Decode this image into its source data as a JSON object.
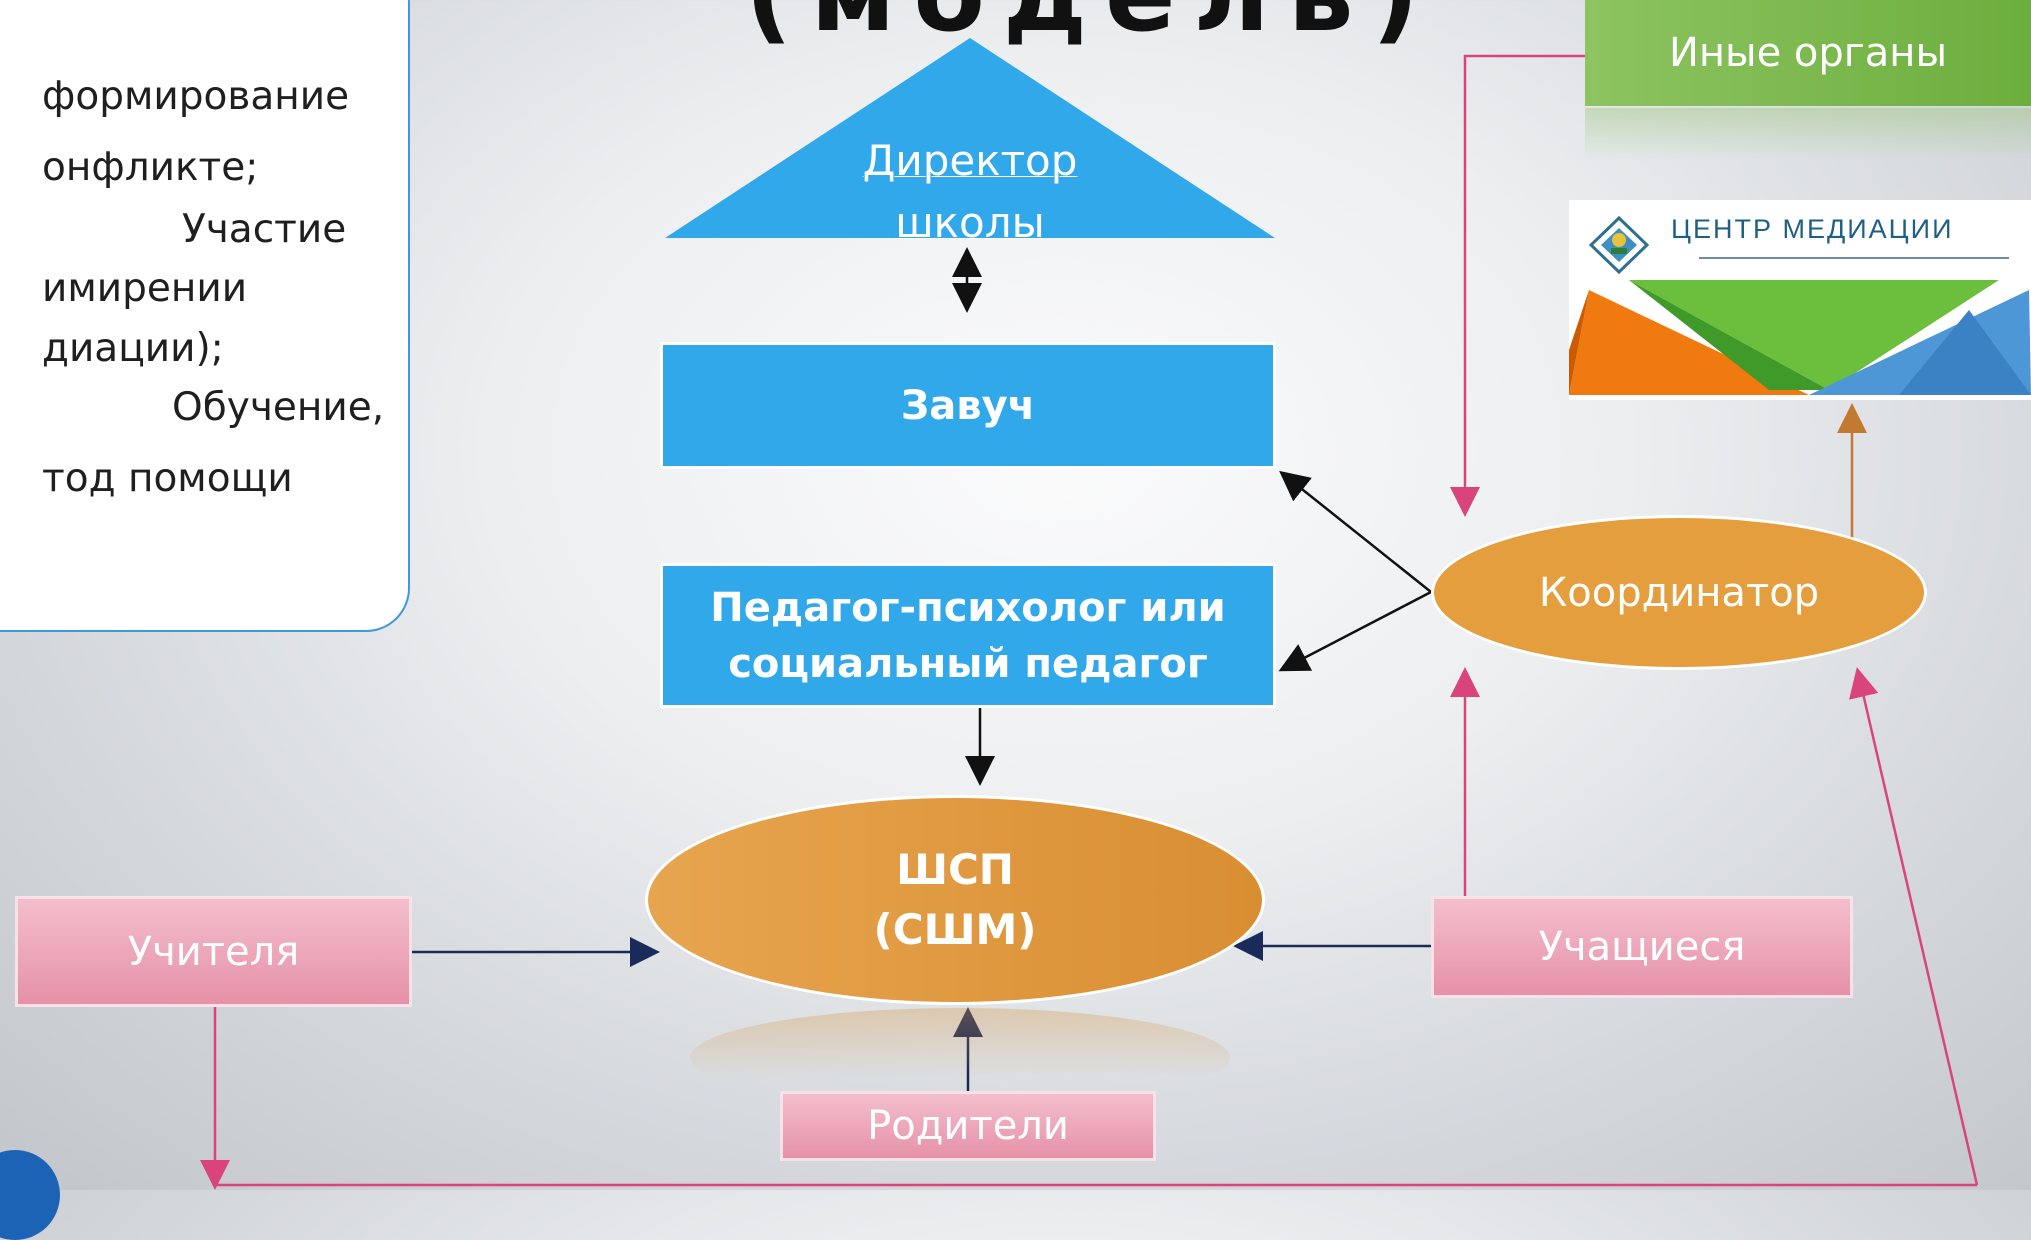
{
  "title_fragment": "(модель)",
  "info_card": {
    "lines": [
      "формирование",
      "онфликте;",
      "Участие        в",
      "имирении",
      "диации);",
      "Обучение,",
      "тод помощи"
    ]
  },
  "nodes": {
    "director": "Директор\nшколы",
    "zavuch": "Завуч",
    "pedagog": "Педагог-психолог или\nсоциальный педагог",
    "shsp": "ШСП\n(СШМ)",
    "coordinator": "Координатор",
    "other_bodies": "Иные органы",
    "mediation_center": "ЦЕНТР МЕДИАЦИИ",
    "teachers": "Учителя",
    "students": "Учащиеся",
    "parents": "Родители"
  },
  "colors": {
    "blue": "#30a8ea",
    "orange": "#e49e3e",
    "green": "#7ab94e",
    "pink": "#e691a8",
    "pink_line": "#d9457a",
    "navy_line": "#1a2a5a",
    "brown_line": "#c27a33"
  }
}
